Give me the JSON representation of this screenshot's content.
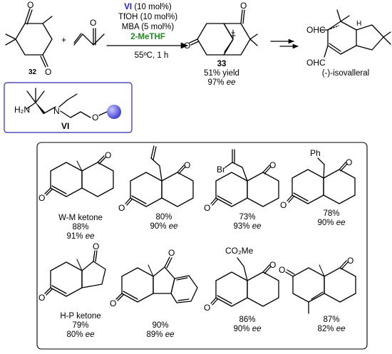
{
  "reaction": {
    "catalyst_label": "VI",
    "catalyst_loading": "(10 mol%)",
    "acid": "TfOH (10 mol%)",
    "additive": "MBA (5 mol%)",
    "solvent": "2-MeTHF",
    "conditions": "55ºC, 1 h",
    "substrate_label": "32",
    "product_label": "33",
    "product_yield": "51% yield",
    "product_ee_value": "97%",
    "ee": "ee",
    "target_name": "(-)-isovalleral",
    "catalyst_structure_label": "VI",
    "atoms": {
      "O": "O",
      "N": "N",
      "H2N": "H₂N",
      "H": "H",
      "OHC": "OHC",
      "Br": "Br",
      "Ph": "Ph",
      "CO2Me": "CO₂Me"
    },
    "plus": "+",
    "colors": {
      "catalyst": "#1a1ad0",
      "solvent": "#1f8a1f",
      "bead": "#5a5ae0",
      "box": "#2a2ab5"
    }
  },
  "examples": [
    {
      "name": "W-M ketone",
      "yield": "88%",
      "ee_value": "91%"
    },
    {
      "name": "",
      "yield": "80%",
      "ee_value": "90%"
    },
    {
      "name": "",
      "yield": "73%",
      "ee_value": "93%"
    },
    {
      "name": "",
      "yield": "78%",
      "ee_value": "90%"
    },
    {
      "name": "H-P ketone",
      "yield": "79%",
      "ee_value": "80%"
    },
    {
      "name": "",
      "yield": "90%",
      "ee_value": "89%"
    },
    {
      "name": "",
      "yield": "86%",
      "ee_value": "90%"
    },
    {
      "name": "",
      "yield": "87%",
      "ee_value": "82%"
    }
  ]
}
